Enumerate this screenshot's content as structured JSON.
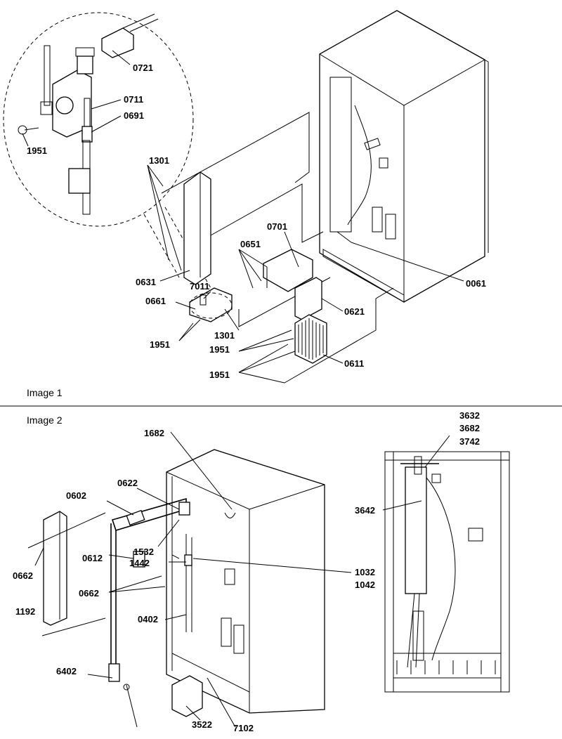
{
  "captions": {
    "image1": "Image 1",
    "image2": "Image 2"
  },
  "image1_labels": [
    "0721",
    "0711",
    "0691",
    "1951",
    "1301",
    "0701",
    "0651",
    "0631",
    "7011",
    "0661",
    "0061",
    "0621",
    "1301",
    "1951",
    "1951",
    "0611",
    "1951"
  ],
  "image2_labels": [
    "3632",
    "3682",
    "3742",
    "1682",
    "0622",
    "0602",
    "3642",
    "0612",
    "1532",
    "1442",
    "1032",
    "1042",
    "0662",
    "0662",
    "1192",
    "0402",
    "6402",
    "3522",
    "7102"
  ]
}
